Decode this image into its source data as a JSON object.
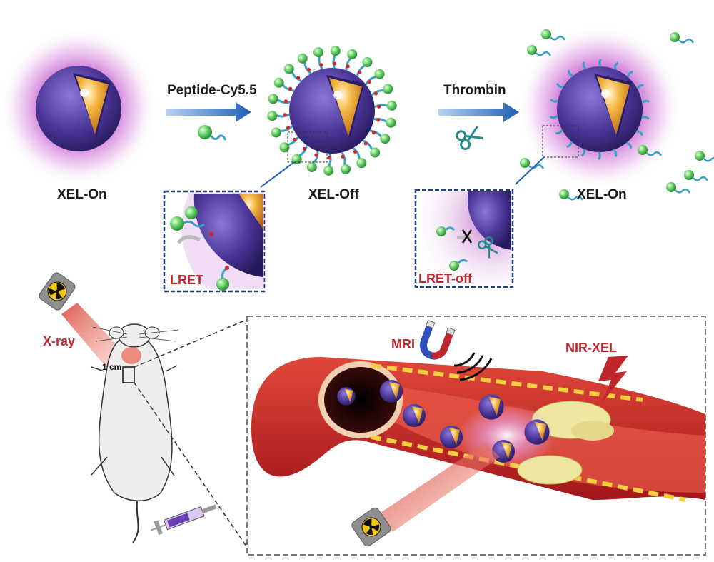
{
  "colors": {
    "glow": "#c24fc9",
    "shell": "#4a3596",
    "core": "#f0a030",
    "dye": "#5cc95c",
    "peptide": "#3a9fc4",
    "label_red": "#c0272d",
    "vessel": "#cc2a2a",
    "arrow": "#1f5fb5",
    "dash_box": "#1f3f7a"
  },
  "top_row": {
    "nanoparticle_left_label": "XEL-On",
    "arrow1_label": "Peptide-Cy5.5",
    "nanoparticle_middle_label": "XEL-Off",
    "arrow2_label": "Thrombin",
    "nanoparticle_right_label": "XEL-On",
    "inset_left_label": "LRET",
    "inset_right_label": "LRET-off"
  },
  "bottom_row": {
    "xray_label": "X-ray",
    "scale_label": "1 cm",
    "mri_label": "MRI",
    "nir_label": "NIR-XEL"
  },
  "icons": [
    "radiation-icon",
    "scissors-icon",
    "magnet-icon",
    "syringe-icon",
    "lightning-icon",
    "mouse-illustration"
  ]
}
